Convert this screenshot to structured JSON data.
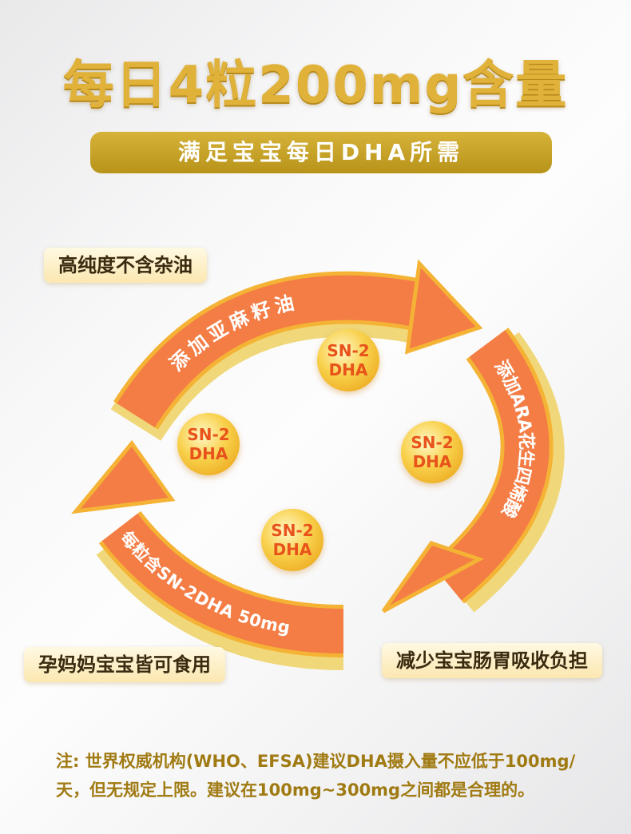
{
  "title": "每日4粒200mg含量",
  "banner": "满足宝宝每日DHA所需",
  "arrows": {
    "top": "添加亚麻籽油",
    "right": "添加ARA花生四烯酸",
    "bottom": "每粒含SN-2DHA 50mg"
  },
  "tags": {
    "purity": "高纯度不含杂油",
    "suitable": "孕妈妈宝宝皆可食用",
    "digestion": "减少宝宝肠胃吸收负担"
  },
  "coin": {
    "line1": "SN-2",
    "line2": "DHA"
  },
  "note": {
    "line1": "注: 世界权威机构(WHO、EFSA)建议DHA摄入量不应低于100mg/",
    "line2": "天，但无规定上限。建议在100mg~300mg之间都是合理的。"
  },
  "colors": {
    "orange": "#f37d45",
    "gold": "#d6b338"
  }
}
